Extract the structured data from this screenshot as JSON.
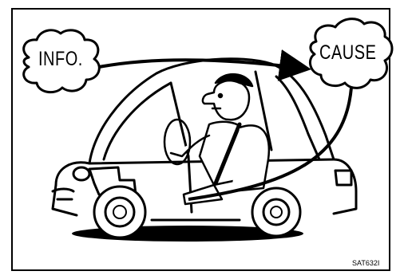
{
  "figure": {
    "info_label": "INFO.",
    "cause_label": "CAUSE",
    "figure_code": "SAT632I"
  },
  "icons": {
    "left_cloud": "thought-cloud-icon",
    "right_cloud": "thought-cloud-icon",
    "car": "car-illustration-icon",
    "driver": "mechanic-driver-icon"
  }
}
